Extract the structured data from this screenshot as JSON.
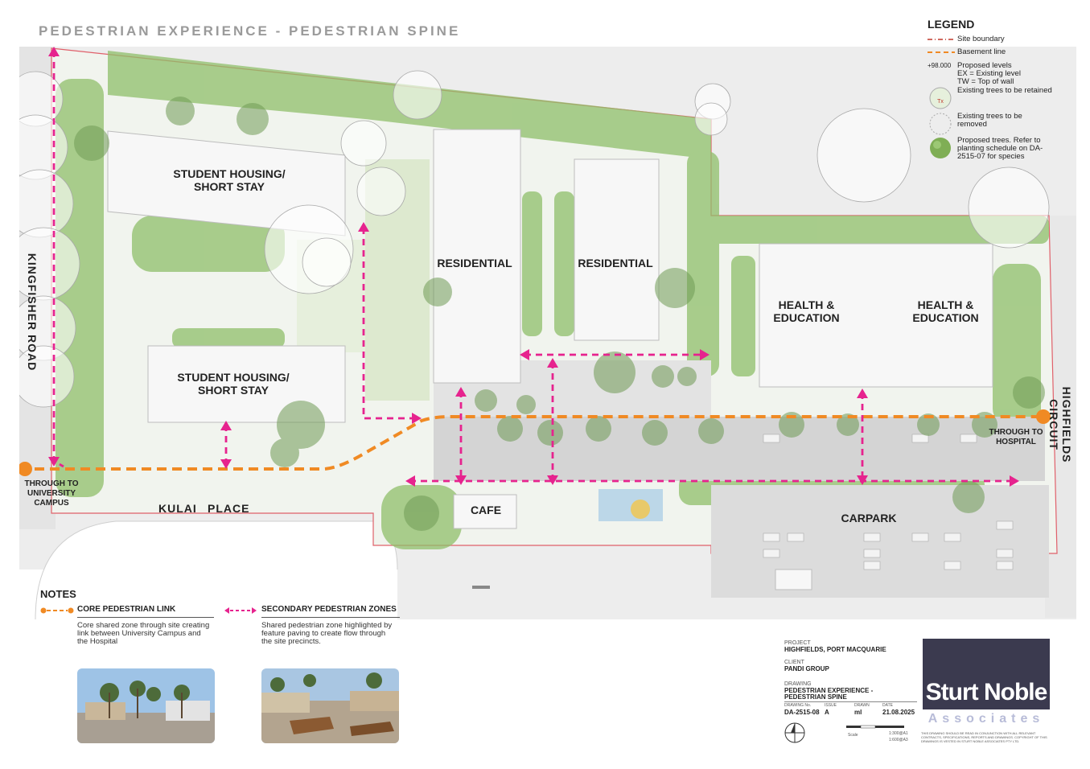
{
  "title": "PEDESTRIAN EXPERIENCE - PEDESTRIAN SPINE",
  "labels": {
    "student_housing_1": "STUDENT HOUSING/\nSHORT STAY",
    "student_housing_2": "STUDENT HOUSING/\nSHORT STAY",
    "residential_1": "RESIDENTIAL",
    "residential_2": "RESIDENTIAL",
    "health_1": "HEALTH &\nEDUCATION",
    "health_2": "HEALTH &\nEDUCATION",
    "cafe": "CAFE",
    "carpark": "CARPARK",
    "kingfisher_road": "KINGFISHER  ROAD",
    "highfields_circuit": "HIGHFIELDS  CIRCUIT",
    "kulai": "KULAI",
    "place": "PLACE",
    "through_university": "THROUGH TO\nUNIVERSITY\nCAMPUS",
    "through_hospital": "THROUGH TO\nHOSPITAL"
  },
  "legend": {
    "title": "LEGEND",
    "items": [
      {
        "label": "Site boundary",
        "symbol": "dash-dot-red"
      },
      {
        "label": "Basement line",
        "symbol": "dash-orange"
      },
      {
        "symbol_text": "+98.000",
        "label": "Proposed levels\nEX = Existing level\nTW = Top of wall"
      },
      {
        "label": "Existing trees to be retained",
        "symbol": "tree-retained-icon"
      },
      {
        "label": "Existing trees to be\nremoved",
        "symbol": "tree-removed-icon"
      },
      {
        "label": "Proposed trees. Refer to\nplanting schedule on DA-\n2515-07 for species",
        "symbol": "tree-proposed-icon"
      }
    ]
  },
  "notes": {
    "title": "NOTES",
    "core": {
      "heading": "CORE PEDESTRIAN LINK",
      "body": "Core shared zone through site creating\nlink between University Campus and\nthe Hospital"
    },
    "secondary": {
      "heading": "SECONDARY PEDESTRIAN ZONES",
      "body": "Shared pedestrian zone highlighted by\nfeature paving to create flow through\nthe site precincts."
    }
  },
  "title_block": {
    "project_label": "PROJECT",
    "project": "HIGHFIELDS, PORT MACQUARIE",
    "client_label": "CLIENT",
    "client": "PANDI GROUP",
    "drawing_label": "DRAWING",
    "drawing": "PEDESTRIAN EXPERIENCE -\nPEDESTRIAN SPINE",
    "drawing_no_label": "DRAWING No.",
    "drawing_no": "DA-2515-08",
    "issue_label": "ISSUE",
    "issue": "A",
    "drawn_label": "DRAWN",
    "drawn": "ml",
    "date_label": "DATE",
    "date": "21.08.2025",
    "scale_label": "Scale",
    "scale_a1": "1:300@A1",
    "scale_a3": "1:600@A3",
    "disclaimer": "THIS DRAWING SHOULD BE READ IN CONJUNCTION WITH ALL RELEVANT CONTRACTS, SPECIFICATIONS, REPORTS AND DRAWINGS. COPYRIGHT OF THIS DRAWINGS IS VESTED IN STURT NOBLE ASSOCIATES PTY LTD.",
    "logo_main": "Sturt Noble",
    "logo_sub": "Associates"
  },
  "colors": {
    "core_link": "#f08a24",
    "secondary_link": "#e6238e",
    "site_boundary": "#e0606a",
    "vegetation": "#8fbf6a",
    "building": "#f7f7f7",
    "paving": "#d9d9d9"
  }
}
